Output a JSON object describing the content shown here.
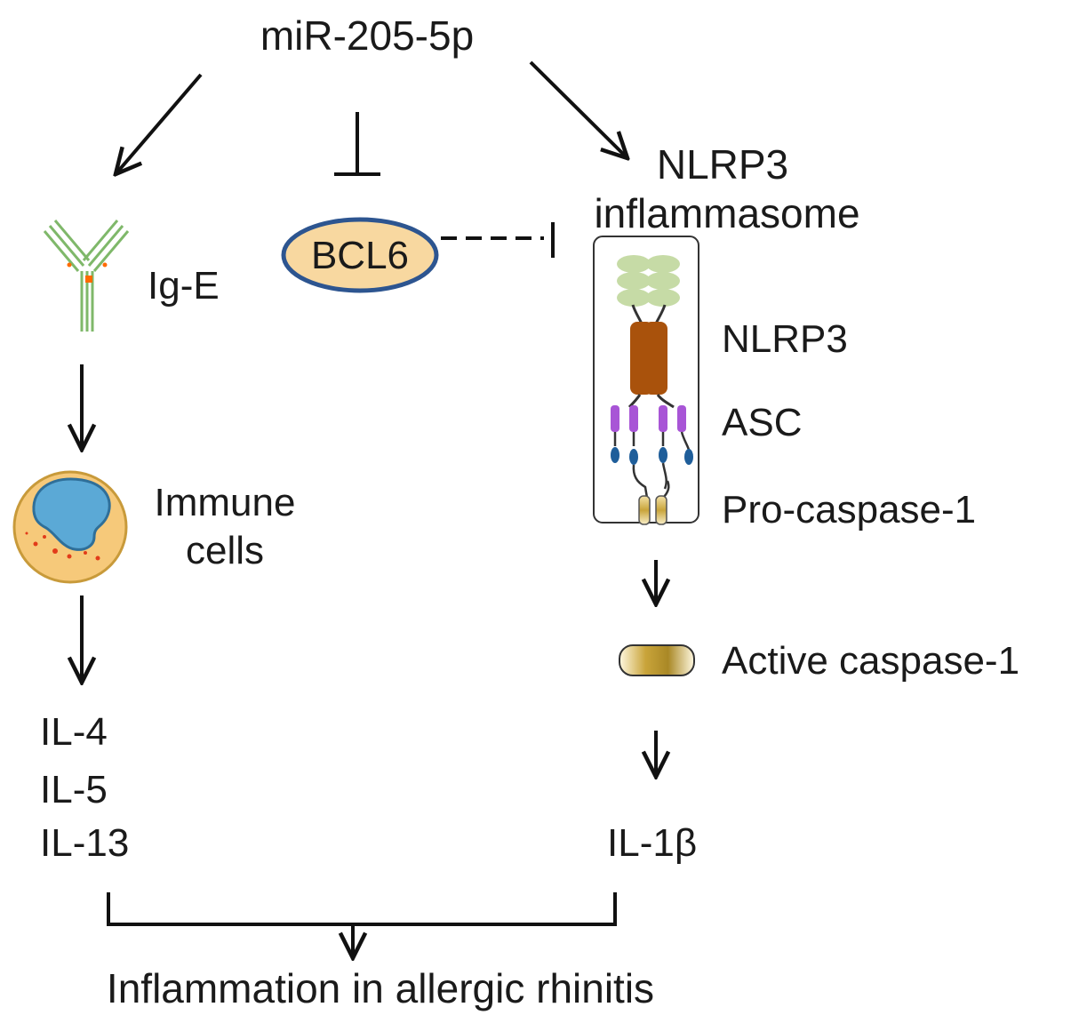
{
  "labels": {
    "mirna": "miR-205-5p",
    "bcl6": "BCL6",
    "nlrp3_complex_line1": "NLRP3",
    "nlrp3_complex_line2": "inflammasome",
    "ige": "Ig-E",
    "immune_line1": "Immune",
    "immune_line2": "cells",
    "nlrp3": "NLRP3",
    "asc": "ASC",
    "procaspase": "Pro-caspase-1",
    "active_caspase": "Active caspase-1",
    "il4": "IL-4",
    "il5": "IL-5",
    "il13": "IL-13",
    "il1b": "IL-1β",
    "outcome": "Inflammation in allergic rhinitis"
  },
  "colors": {
    "bcl6_fill": "#f8d8a0",
    "bcl6_stroke": "#2d5590",
    "antibody": "#7fb86a",
    "antibody_site": "#ff6a00",
    "cell_body": "#f6c97a",
    "cell_nucleus": "#5ba9d6",
    "pyd": "#c6dba6",
    "nacht": "#a9520c",
    "asc_card": "#a855d6",
    "asc_pyd": "#1f5e9a",
    "caspase": "#c9a43a"
  }
}
